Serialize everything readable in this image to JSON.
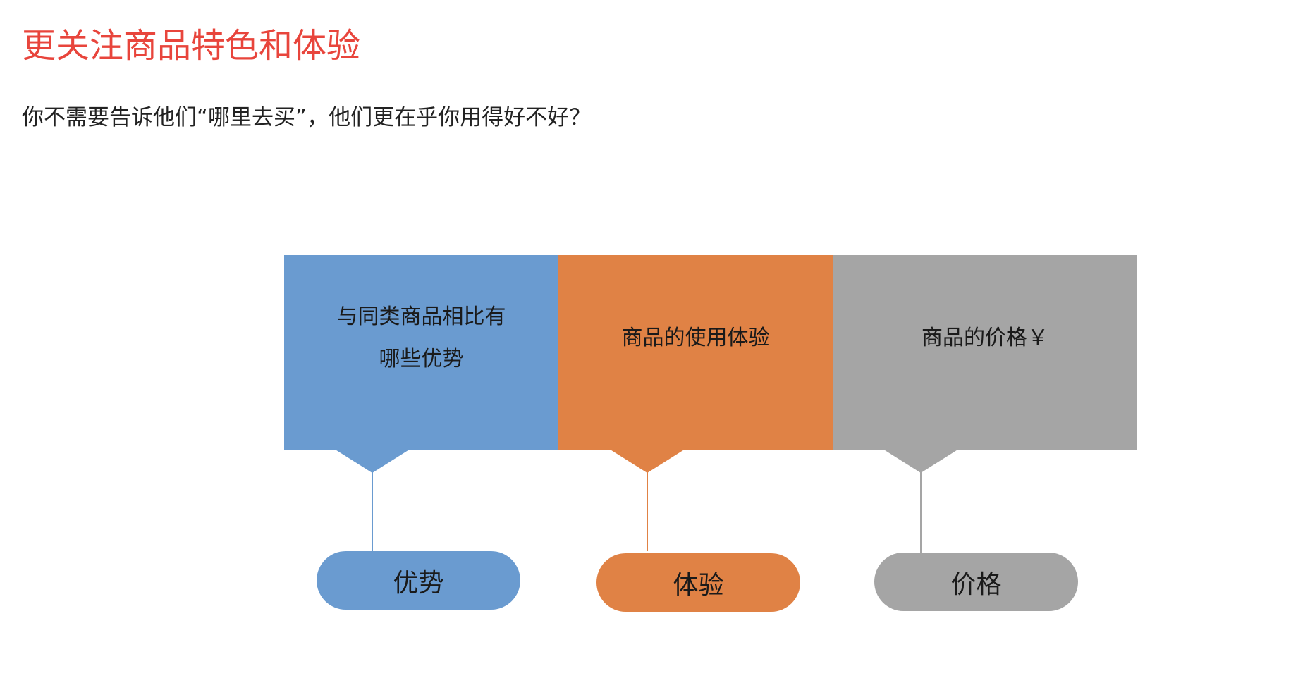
{
  "header": {
    "title": "更关注商品特色和体验",
    "subtitle": "你不需要告诉他们“哪里去买”，他们更在乎你用得好不好？"
  },
  "colors": {
    "title": "#E8453C",
    "blue": "#6A9BD0",
    "orange": "#E08245",
    "gray": "#A5A5A5"
  },
  "columns": [
    {
      "box_line1": "与同类商品相比有",
      "box_line2": "哪些优势",
      "pill": "优势",
      "color": "#6A9BD0"
    },
    {
      "box_line1": "商品的使用体验",
      "box_line2": "",
      "pill": "体验",
      "color": "#E08245"
    },
    {
      "box_line1": "商品的价格￥",
      "box_line2": "",
      "pill": "价格",
      "color": "#A5A5A5"
    }
  ]
}
